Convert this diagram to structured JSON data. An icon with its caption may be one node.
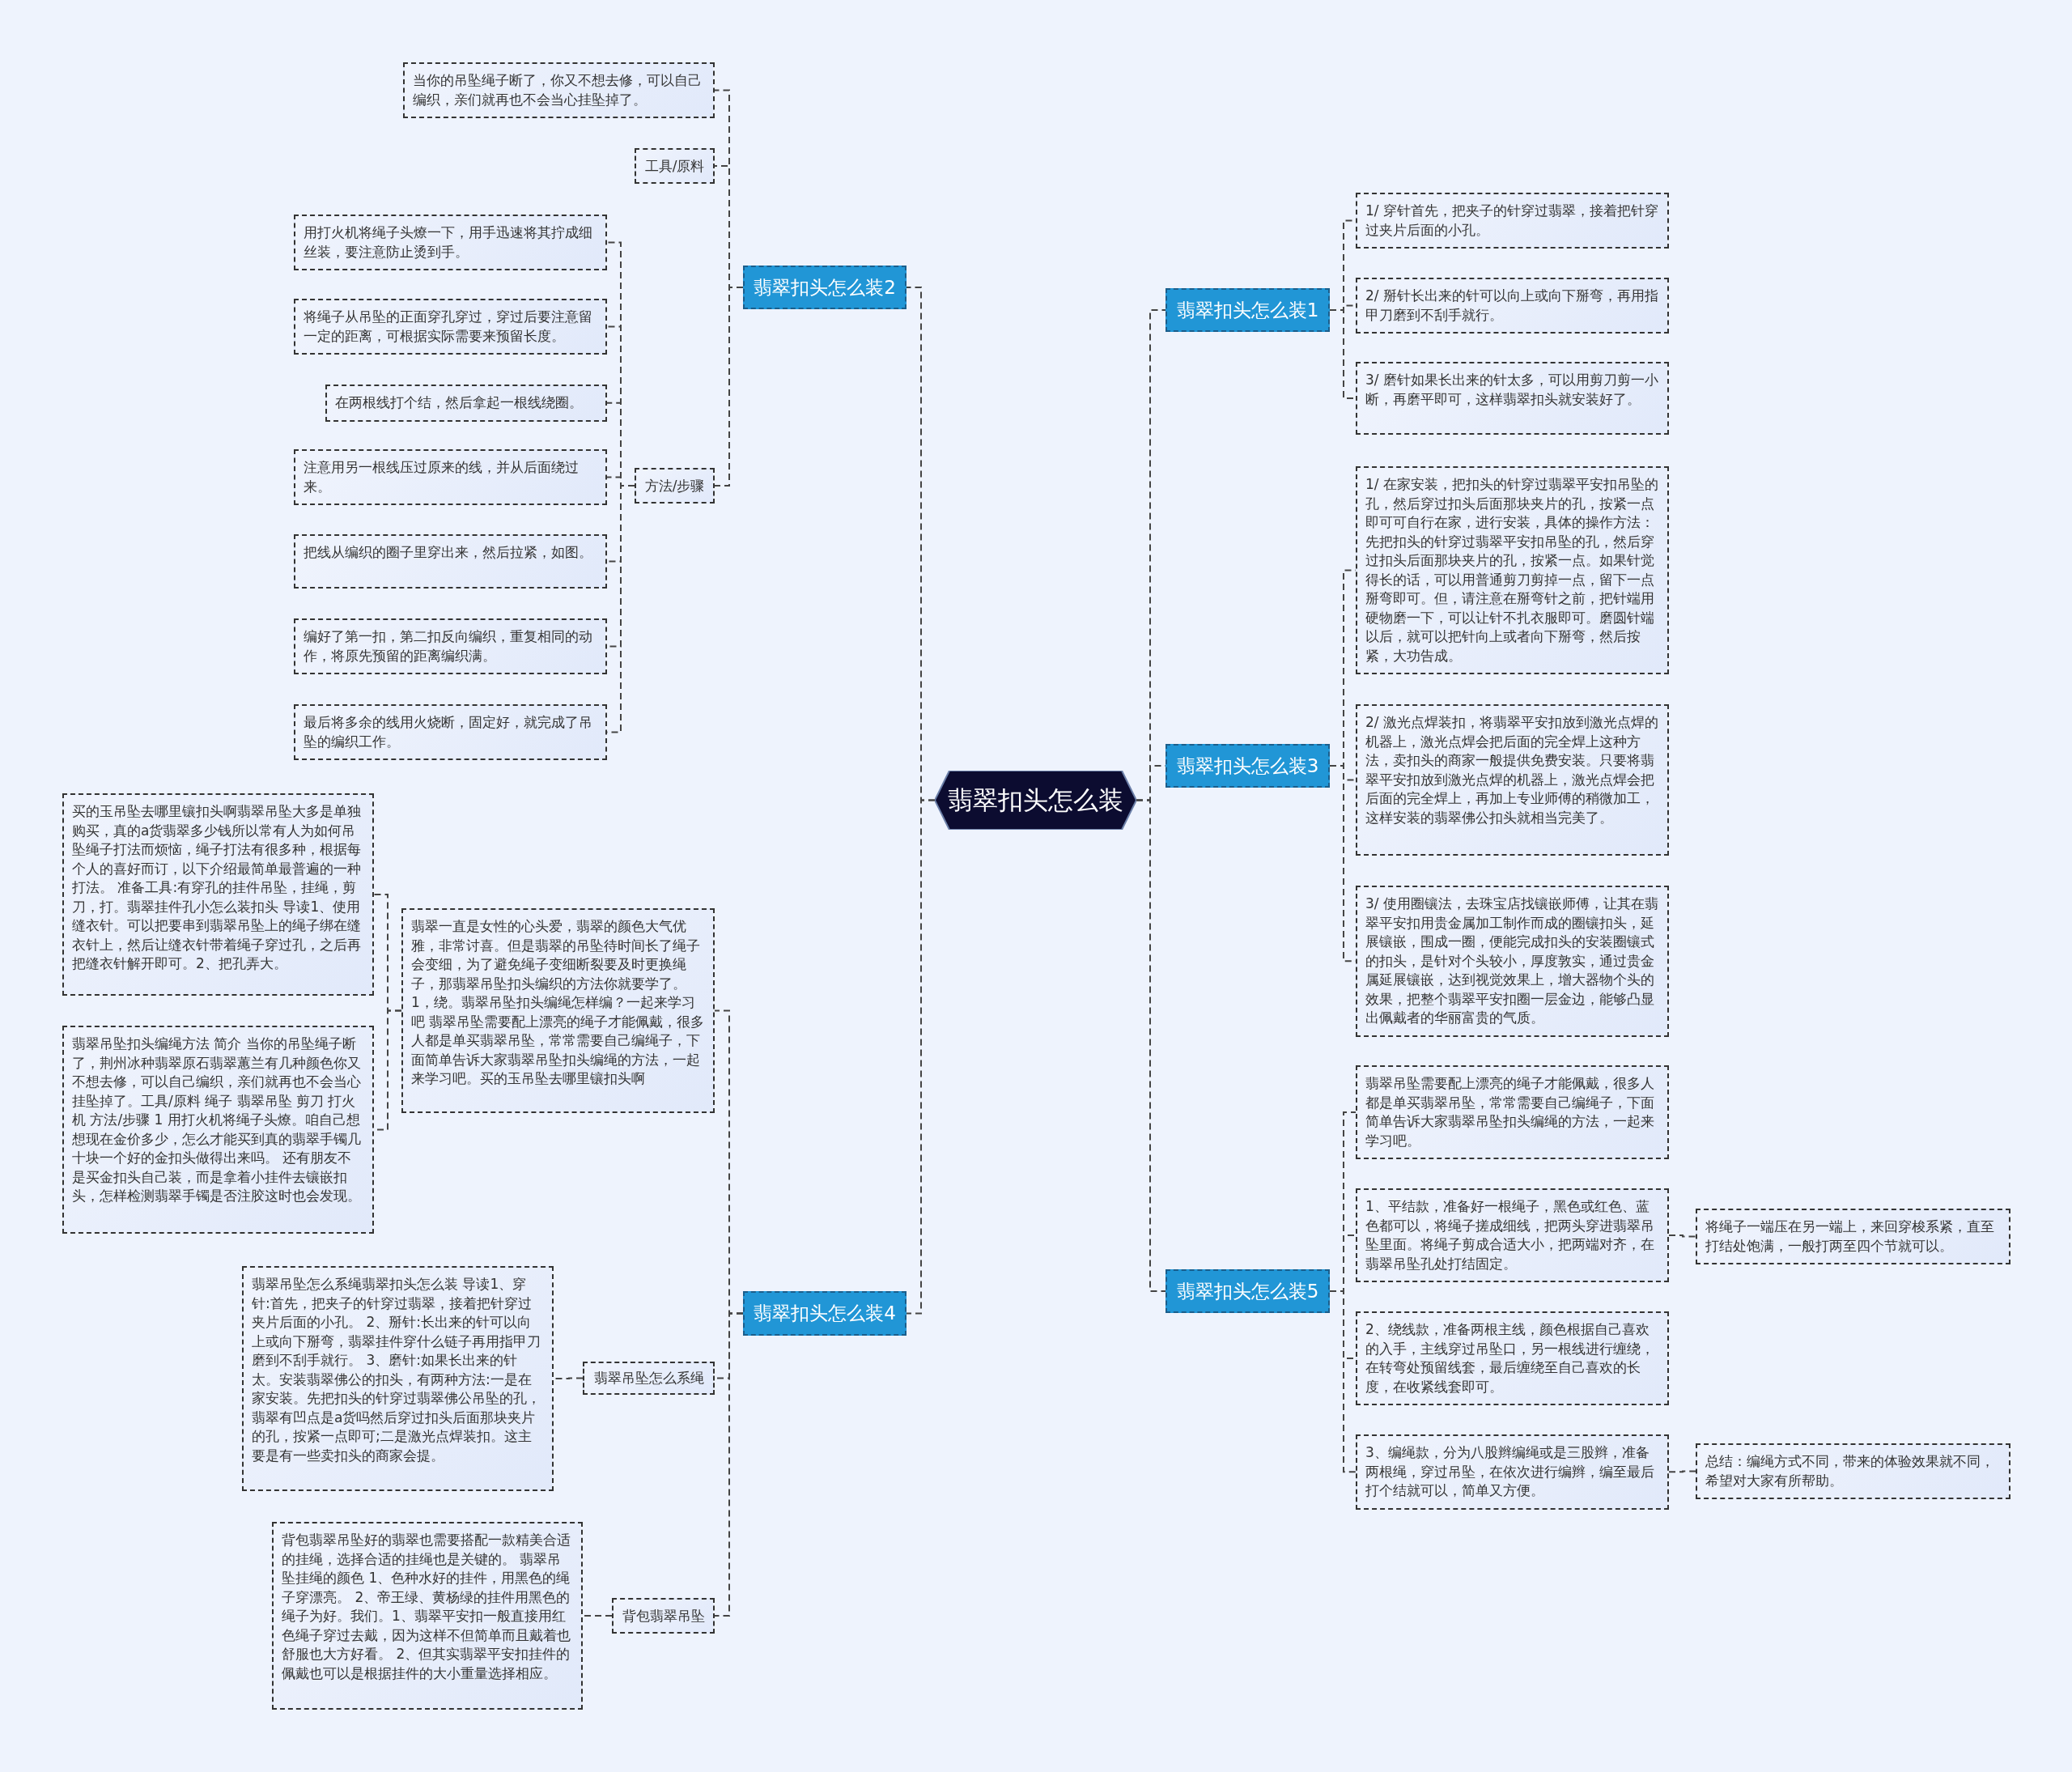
{
  "diagram": {
    "nodes": [
      {
        "text": [
          "翡翠扣头怎么装"
        ]
      },
      {
        "text": [
          "翡翠扣头怎么装2"
        ]
      },
      {
        "text": [
          "当你的吊坠绳子断了，你又不想去修，可以自己编织，亲们就再也不会当心挂坠掉了。"
        ]
      },
      {
        "text": [
          "工具/原料"
        ]
      },
      {
        "text": [
          "方法/步骤"
        ]
      },
      {
        "text": [
          "用打火机将绳子头燎一下，用手迅速将其拧成细丝装，要注意防止烫到手。"
        ]
      },
      {
        "text": [
          "将绳子从吊坠的正面穿孔穿过，穿过后要注意留一定的距离，可根据实际需要来预留长度。"
        ]
      },
      {
        "text": [
          "在两根线打个结，然后拿起一根线绕圈。"
        ]
      },
      {
        "text": [
          "注意用另一根线压过原来的线，并从后面绕过来。"
        ]
      },
      {
        "text": [
          "把线从编织的圈子里穿出来，然后拉紧，如图。"
        ]
      },
      {
        "text": [
          "编好了第一扣，第二扣反向编织，重复相同的动作，将原先预留的距离编织满。"
        ]
      },
      {
        "text": [
          "最后将多余的线用火烧断，固定好，就完成了吊坠的编织工作。"
        ]
      },
      {
        "text": [
          "翡翠扣头怎么装4"
        ]
      },
      {
        "text": [
          "翡翠一直是女性的心头爱，翡翠的颜色大气优雅，非常讨喜。但是翡翠的吊坠待时间长了绳子会变细，为了避免绳子变细断裂要及时更换绳子，那翡翠吊坠扣头编织的方法你就要学了。1，绕。翡翠吊坠扣头编绳怎样编？一起来学习吧 翡翠吊坠需要配上漂亮的绳子才能佩戴，很多人都是单买翡翠吊坠，常常需要自己编绳子，下面简单告诉大家翡翠吊坠扣头编绳的方法，一起来学习吧。买的玉吊坠去哪里镶扣头啊"
        ]
      },
      {
        "text": [
          "买的玉吊坠去哪里镶扣头啊翡翠吊坠大多是单独购买，真的a货翡翠多少钱所以常有人为如何吊坠绳子打法而烦恼，绳子打法有很多种，根据每个人的喜好而订，以下介绍最简单最普遍的一种打法。 准备工具:有穿孔的挂件吊坠，挂绳，剪刀，打。翡翠挂件孔小怎么装扣头 导读1、使用缝衣针。可以把要串到翡翠吊坠上的绳子绑在缝衣针上，然后让缝衣针带着绳子穿过孔，之后再把缝衣针解开即可。2、把孔弄大。"
        ]
      },
      {
        "text": [
          "翡翠吊坠扣头编绳方法 简介 当你的吊坠绳子断了，荆州冰种翡翠原石翡翠蕙兰有几种颜色你又不想去修，可以自己编织，亲们就再也不会当心挂坠掉了。工具/原料 绳子 翡翠吊坠 剪刀 打火机 方法/步骤 1 用打火机将绳子头燎。咱自己想想现在金价多少，怎么才能买到真的翡翠手镯几十块一个好的金扣头做得出来吗。 还有朋友不是买金扣头自己装，而是拿着小挂件去镶嵌扣头，怎样检测翡翠手镯是否注胶这时也会发现。"
        ]
      },
      {
        "text": [
          "翡翠吊坠怎么系绳"
        ]
      },
      {
        "text": [
          "翡翠吊坠怎么系绳翡翠扣头怎么装 导读1、穿针:首先，把夹子的针穿过翡翠，接着把针穿过夹片后面的小孔。 2、掰针:长出来的针可以向上或向下掰弯，翡翠挂件穿什么链子再用指甲刀磨到不刮手就行。 3、磨针:如果长出来的针太。安装翡翠佛公的扣头，有两种方法:一是在家安装。先把扣头的针穿过翡翠佛公吊坠的孔，翡翠有凹点是a货吗然后穿过扣头后面那块夹片的孔，按紧一点即可;二是激光点焊装扣。这主要是有一些卖扣头的商家会提。"
        ]
      },
      {
        "text": [
          "背包翡翠吊坠"
        ]
      },
      {
        "text": [
          "背包翡翠吊坠好的翡翠也需要搭配一款精美合适的挂绳，选择合适的挂绳也是关键的。 翡翠吊坠挂绳的颜色 1、色种水好的挂件，用黑色的绳子穿漂亮。 2、帝王绿、黄杨绿的挂件用黑色的绳子为好。我们。1、翡翠平安扣一般直接用红色绳子穿过去戴，因为这样不但简单而且戴着也舒服也大方好看。  2、但其实翡翠平安扣挂件的佩戴也可以是根据挂件的大小重量选择相应。"
        ]
      },
      {
        "text": [
          "翡翠扣头怎么装1"
        ]
      },
      {
        "text": [
          "1/ 穿针首先，把夹子的针穿过翡翠，接着把针穿过夹片后面的小孔。"
        ]
      },
      {
        "text": [
          "2/ 掰针长出来的针可以向上或向下掰弯，再用指甲刀磨到不刮手就行。"
        ]
      },
      {
        "text": [
          "3/ 磨针如果长出来的针太多，可以用剪刀剪一小断，再磨平即可，这样翡翠扣头就安装好了。"
        ]
      },
      {
        "text": [
          "翡翠扣头怎么装3"
        ]
      },
      {
        "text": [
          "1/ 在家安装，把扣头的针穿过翡翠平安扣吊坠的孔，然后穿过扣头后面那块夹片的孔，按紧一点即可可自行在家，进行安装，具体的操作方法：先把扣头的针穿过翡翠平安扣吊坠的孔，然后穿过扣头后面那块夹片的孔，按紧一点。如果针觉得长的话，可以用普通剪刀剪掉一点，留下一点掰弯即可。但，请注意在掰弯针之前，把针端用硬物磨一下，可以让针不扎衣服即可。磨圆针端以后，就可以把针向上或者向下掰弯，然后按紧，大功告成。"
        ]
      },
      {
        "text": [
          "2/ 激光点焊装扣，将翡翠平安扣放到激光点焊的机器上，激光点焊会把后面的完全焊上这种方法，卖扣头的商家一般提供免费安装。只要将翡翠平安扣放到激光点焊的机器上，激光点焊会把后面的完全焊上，再加上专业师傅的稍微加工，这样安装的翡翠佛公扣头就相当完美了。"
        ]
      },
      {
        "text": [
          "3/ 使用圈镶法，去珠宝店找镶嵌师傅，让其在翡翠平安扣用贵金属加工制作而成的圈镶扣头，延展镶嵌，围成一圈，便能完成扣头的安装圈镶式的扣头，是针对个头较小，厚度敦实，通过贵金属延展镶嵌，达到视觉效果上，增大器物个头的效果，把整个翡翠平安扣圈一层金边，能够凸显出佩戴者的华丽富贵的气质。"
        ]
      },
      {
        "text": [
          "翡翠扣头怎么装5"
        ]
      },
      {
        "text": [
          "翡翠吊坠需要配上漂亮的绳子才能佩戴，很多人都是单买翡翠吊坠，常常需要自己编绳子，下面简单告诉大家翡翠吊坠扣头编绳的方法，一起来学习吧。"
        ]
      },
      {
        "text": [
          "1、平结款，准备好一根绳子，黑色或红色、蓝色都可以，将绳子搓成细线，把两头穿进翡翠吊坠里面。将绳子剪成合适大小，把两端对齐，在翡翠吊坠孔处打结固定。"
        ]
      },
      {
        "text": [
          "将绳子一端压在另一端上，来回穿梭系紧，直至打结处饱满，一般打两至四个节就可以。"
        ]
      },
      {
        "text": [
          "2、绕线款，准备两根主线，颜色根据自己喜欢的入手，主线穿过吊坠口，另一根线进行缠绕，在转弯处预留线套，最后缠绕至自己喜欢的长度，在收紧线套即可。"
        ]
      },
      {
        "text": [
          "3、编绳款，分为八股辫编绳或是三股辫，准备两根绳，穿过吊坠，在依次进行编辫，编至最后打个结就可以，简单又方便。"
        ]
      },
      {
        "text": [
          "总结：编绳方式不同，带来的体验效果就不同，希望对大家有所帮助。"
        ]
      }
    ],
    "edges": [
      {
        "from": 0,
        "to": 1,
        "arrow": "none"
      },
      {
        "from": 1,
        "to": 2,
        "arrow": "none"
      },
      {
        "from": 1,
        "to": 3,
        "arrow": "none"
      },
      {
        "from": 1,
        "to": 4,
        "arrow": "none"
      },
      {
        "from": 4,
        "to": 5,
        "arrow": "none"
      },
      {
        "from": 4,
        "to": 6,
        "arrow": "none"
      },
      {
        "from": 4,
        "to": 7,
        "arrow": "none"
      },
      {
        "from": 4,
        "to": 8,
        "arrow": "none"
      },
      {
        "from": 4,
        "to": 9,
        "arrow": "none"
      },
      {
        "from": 4,
        "to": 10,
        "arrow": "none"
      },
      {
        "from": 4,
        "to": 11,
        "arrow": "none"
      },
      {
        "from": 0,
        "to": 12,
        "arrow": "none"
      },
      {
        "from": 12,
        "to": 13,
        "arrow": "none"
      },
      {
        "from": 13,
        "to": 14,
        "arrow": "none"
      },
      {
        "from": 13,
        "to": 15,
        "arrow": "none"
      },
      {
        "from": 12,
        "to": 16,
        "arrow": "none"
      },
      {
        "from": 16,
        "to": 17,
        "arrow": "none"
      },
      {
        "from": 12,
        "to": 18,
        "arrow": "none"
      },
      {
        "from": 18,
        "to": 19,
        "arrow": "none"
      },
      {
        "from": 0,
        "to": 20,
        "arrow": "none"
      },
      {
        "from": 20,
        "to": 21,
        "arrow": "none"
      },
      {
        "from": 20,
        "to": 22,
        "arrow": "none"
      },
      {
        "from": 20,
        "to": 23,
        "arrow": "none"
      },
      {
        "from": 0,
        "to": 24,
        "arrow": "none"
      },
      {
        "from": 24,
        "to": 25,
        "arrow": "none"
      },
      {
        "from": 24,
        "to": 26,
        "arrow": "none"
      },
      {
        "from": 24,
        "to": 27,
        "arrow": "none"
      },
      {
        "from": 0,
        "to": 28,
        "arrow": "none"
      },
      {
        "from": 28,
        "to": 29,
        "arrow": "none"
      },
      {
        "from": 28,
        "to": 30,
        "arrow": "none"
      },
      {
        "from": 30,
        "to": 31,
        "arrow": "none"
      },
      {
        "from": 28,
        "to": 32,
        "arrow": "none"
      },
      {
        "from": 28,
        "to": 33,
        "arrow": "none"
      },
      {
        "from": 33,
        "to": 34,
        "arrow": "none"
      }
    ]
  }
}
